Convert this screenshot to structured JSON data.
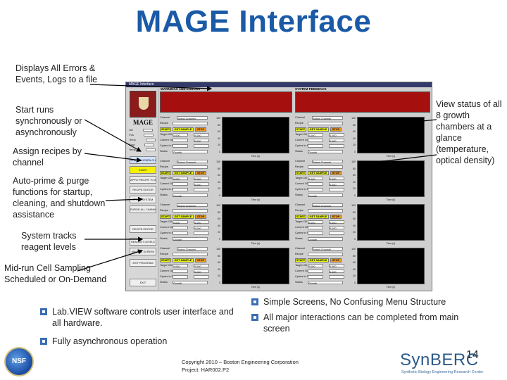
{
  "slide": {
    "title": "MAGE Interface",
    "page_number": "14",
    "copyright": "Copyright 2010 – Boston Engineering Corporation",
    "project": "Project: HAR002.P2"
  },
  "callouts": {
    "displays": "Displays All Errors & Events, Logs to a file",
    "runs": "Start runs synchronously or asynchronously",
    "recipes": "Assign recipes by channel",
    "prime": "Auto-prime & purge functions for startup, cleaning, and shutdown assistance",
    "reagent": "System tracks reagent levels",
    "sampling": "Mid-run Cell Sampling Scheduled or On-Demand",
    "status": "View status of all 8 growth chambers at a glance (temperature, optical density)"
  },
  "bullets": {
    "left": [
      "Lab.VIEW software controls user interface and all hardware.",
      "Fully asynchronous operation"
    ],
    "right": [
      "Simple Screens, No Confusing Menu Structure",
      "All major interactions can be completed from main screen"
    ]
  },
  "logos": {
    "nsf": "NSF",
    "synberc": "SynBERC",
    "synberc_sub": "Synthetic Biology Engineering Research Center"
  },
  "app": {
    "window_title": "MAGE Interface",
    "logo_word": "MAGE",
    "warnings_label": "WARNINGS AND ERRORS",
    "feedback_label": "SYSTEM FEEDBACK",
    "status_rows": [
      "OD",
      "Pos",
      "Temp",
      "Flow",
      "Temp"
    ],
    "sidebar_buttons": [
      "START CHOSEN CHANNELS",
      "START",
      "APPLY RECIPE TO ALL CHANNELS",
      "RECIPE EDITOR",
      "PRIME SYSTEM",
      "PURGE ALL CHANNELS",
      "RECIPE EDITOR",
      "REAGENT LEVELS",
      "MANUAL SCREEN",
      "EXIT PROGRAM",
      "EXIT"
    ],
    "channel_controls": {
      "channel": "Channel",
      "select": "Select Channel",
      "recipe": "Recipe",
      "start": "START",
      "get_sample": "GET SAMPLE",
      "stop": "STOP",
      "target_od": "Target OD",
      "current_od": "Current OD",
      "cycles_to_run": "Cycles to Run",
      "status": "Status",
      "growth": "Growth",
      "time_axis": "Time (s)",
      "od_value": "0.000"
    },
    "y_ticks": [
      "100",
      "80",
      "60",
      "40",
      "20",
      "0"
    ]
  },
  "colors": {
    "title": "#1a5aa6",
    "error_panel": "#a5100f",
    "start_button": "#e7f20a",
    "stop_button": "#f29a1a",
    "plot_bg": "#000000"
  }
}
